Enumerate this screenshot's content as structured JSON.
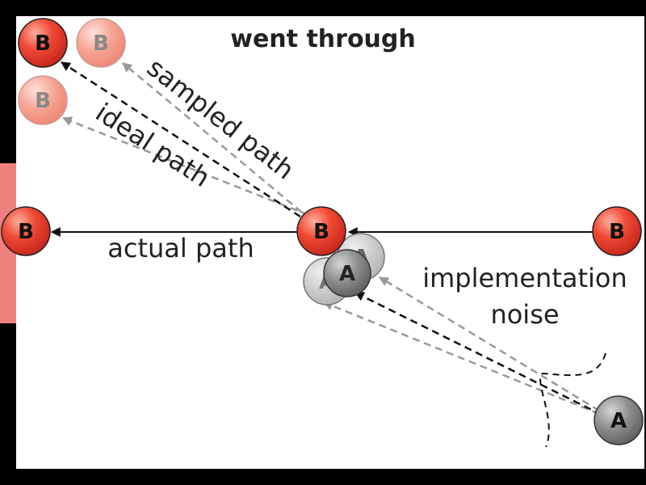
{
  "title": "went through",
  "labels": {
    "sampled_path": "sampled path",
    "ideal_path": "ideal path",
    "actual_path": "actual path",
    "implementation": "implementation",
    "noise": "noise"
  },
  "ball_letters": {
    "b": "B",
    "a": "A"
  },
  "colors": {
    "background": "#ffffff",
    "frame": "#000000",
    "goal_gap": "#f08080",
    "ball_b": "#e8382c",
    "ball_b_faded": "#f4a090",
    "ball_a": "#808080",
    "ball_a_faded": "#c8c8c8",
    "path_solid": "#111111",
    "path_sampled": "#999999"
  }
}
